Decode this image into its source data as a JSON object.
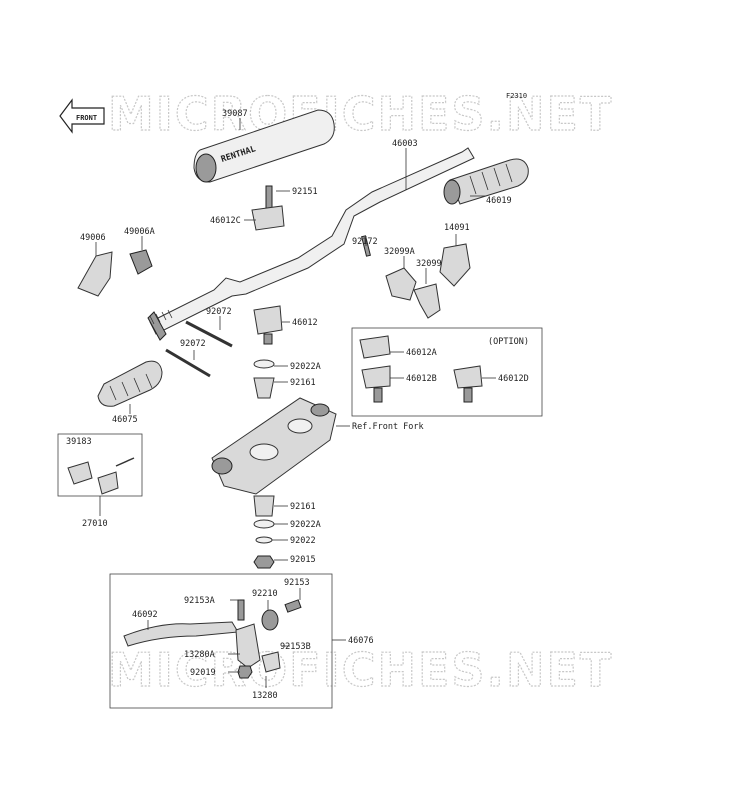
{
  "figure_code": "F2310",
  "front_label": "FRONT",
  "watermark": "MICROFICHES.NET",
  "brand_text": "RENTHAL",
  "option_label": "(OPTION)",
  "ref_label": "Ref.Front Fork",
  "parts": {
    "p39087": "39087",
    "p46003": "46003",
    "p92151": "92151",
    "p46012C": "46012C",
    "p46019": "46019",
    "p49006": "49006",
    "p49006A": "49006A",
    "p92172": "92172",
    "p32099A": "32099A",
    "p14091": "14091",
    "p32099": "32099",
    "p92072a": "92072",
    "p46012": "46012",
    "p92072b": "92072",
    "p46012A": "46012A",
    "p46012B": "46012B",
    "p46012D": "46012D",
    "p92022A_top": "92022A",
    "p92161_top": "92161",
    "p46075": "46075",
    "p39183": "39183",
    "p27010": "27010",
    "p92161_bot": "92161",
    "p92022A_bot": "92022A",
    "p92022": "92022",
    "p92015": "92015",
    "p92153": "92153",
    "p92153A": "92153A",
    "p92210": "92210",
    "p46092": "46092",
    "p46076": "46076",
    "p92153B": "92153B",
    "p13280A": "13280A",
    "p92019": "92019",
    "p13280": "13280"
  }
}
